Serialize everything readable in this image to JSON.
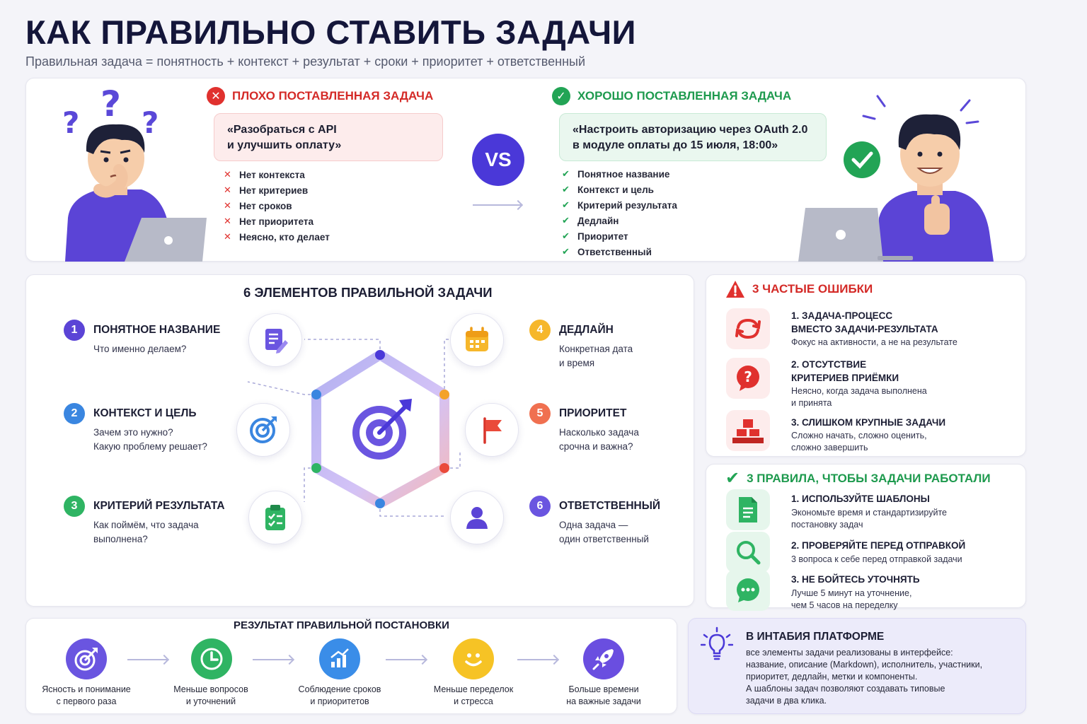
{
  "title": "КАК ПРАВИЛЬНО СТАВИТЬ ЗАДАЧИ",
  "subtitle": "Правильная задача = понятность + контекст + результат + сроки + приоритет + ответственный",
  "compare": {
    "bad": {
      "header": "ПЛОХО ПОСТАВЛЕННАЯ ЗАДАЧА",
      "quote_line1": "«Разобраться с API",
      "quote_line2": "и улучшить оплату»",
      "items": [
        "Нет контекста",
        "Нет критериев",
        "Нет сроков",
        "Нет приоритета",
        "Неясно, кто делает"
      ]
    },
    "vs": "VS",
    "good": {
      "header": "ХОРОШО ПОСТАВЛЕННАЯ ЗАДАЧА",
      "quote_line1": "«Настроить авторизацию через OAuth 2.0",
      "quote_line2": "в модуле оплаты до 15 июля, 18:00»",
      "items": [
        "Понятное название",
        "Контекст и цель",
        "Критерий результата",
        "Дедлайн",
        "Приоритет",
        "Ответственный"
      ]
    }
  },
  "elements": {
    "title": "6 ЭЛЕМЕНТОВ ПРАВИЛЬНОЙ ЗАДАЧИ",
    "items": [
      {
        "num": "1",
        "title": "ПОНЯТНОЕ НАЗВАНИЕ",
        "line1": "Что именно делаем?",
        "line2": ""
      },
      {
        "num": "2",
        "title": "КОНТЕКСТ И ЦЕЛЬ",
        "line1": "Зачем это нужно?",
        "line2": "Какую проблему решает?"
      },
      {
        "num": "3",
        "title": "КРИТЕРИЙ РЕЗУЛЬТАТА",
        "line1": "Как поймём, что задача",
        "line2": "выполнена?"
      },
      {
        "num": "4",
        "title": "ДЕДЛАЙН",
        "line1": "Конкретная дата",
        "line2": "и время"
      },
      {
        "num": "5",
        "title": "ПРИОРИТЕТ",
        "line1": "Насколько задача",
        "line2": "срочна и важна?"
      },
      {
        "num": "6",
        "title": "ОТВЕТСТВЕННЫЙ",
        "line1": "Одна задача —",
        "line2": "один ответственный"
      }
    ]
  },
  "mistakes": {
    "title": "3 ЧАСТЫЕ ОШИБКИ",
    "items": [
      {
        "t1": "1. ЗАДАЧА-ПРОЦЕСС",
        "t2": "ВМЕСТО ЗАДАЧИ-РЕЗУЛЬТАТА",
        "d1": "Фокус на активности, а не на результате",
        "d2": ""
      },
      {
        "t1": "2. ОТСУТСТВИЕ",
        "t2": "КРИТЕРИЕВ ПРИЁМКИ",
        "d1": "Неясно, когда задача выполнена",
        "d2": "и принята"
      },
      {
        "t1": "3. СЛИШКОМ КРУПНЫЕ ЗАДАЧИ",
        "t2": "",
        "d1": "Сложно начать, сложно оценить,",
        "d2": "сложно завершить"
      }
    ]
  },
  "rules": {
    "title": "3 ПРАВИЛА, ЧТОБЫ ЗАДАЧИ РАБОТАЛИ",
    "items": [
      {
        "t": "1. ИСПОЛЬЗУЙТЕ ШАБЛОНЫ",
        "d1": "Экономьте время и стандартизируйте",
        "d2": "постановку задач"
      },
      {
        "t": "2. ПРОВЕРЯЙТЕ ПЕРЕД ОТПРАВКОЙ",
        "d1": "3 вопроса к себе перед отправкой задачи",
        "d2": ""
      },
      {
        "t": "3. НЕ БОЙТЕСЬ УТОЧНЯТЬ",
        "d1": "Лучше 5 минут на уточнение,",
        "d2": "чем 5 часов на переделку"
      }
    ]
  },
  "results": {
    "title": "РЕЗУЛЬТАТ ПРАВИЛЬНОЙ ПОСТАНОВКИ",
    "items": [
      {
        "l1": "Ясность и понимание",
        "l2": "с первого раза",
        "color": "#6a55e0"
      },
      {
        "l1": "Меньше вопросов",
        "l2": "и уточнений",
        "color": "#2fb463"
      },
      {
        "l1": "Соблюдение сроков",
        "l2": "и приоритетов",
        "color": "#3a8de8"
      },
      {
        "l1": "Меньше переделок",
        "l2": "и стресса",
        "color": "#f6c325"
      },
      {
        "l1": "Больше времени",
        "l2": "на важные задачи",
        "color": "#6a4ee0"
      }
    ]
  },
  "platform": {
    "title": "В ИНТАБИЯ ПЛАТФОРМЕ",
    "lines": [
      "все элементы задачи реализованы в интерфейсе:",
      "название, описание (Markdown), исполнитель, участники,",
      "приоритет, дедлайн, метки и компоненты.",
      "А шаблоны задач позволяют создавать типовые",
      "задачи в два клика."
    ]
  },
  "colors": {
    "accent": "#4a38d8",
    "bad": "#e0312e",
    "good": "#22a455",
    "warn_orange": "#f4a22b"
  }
}
